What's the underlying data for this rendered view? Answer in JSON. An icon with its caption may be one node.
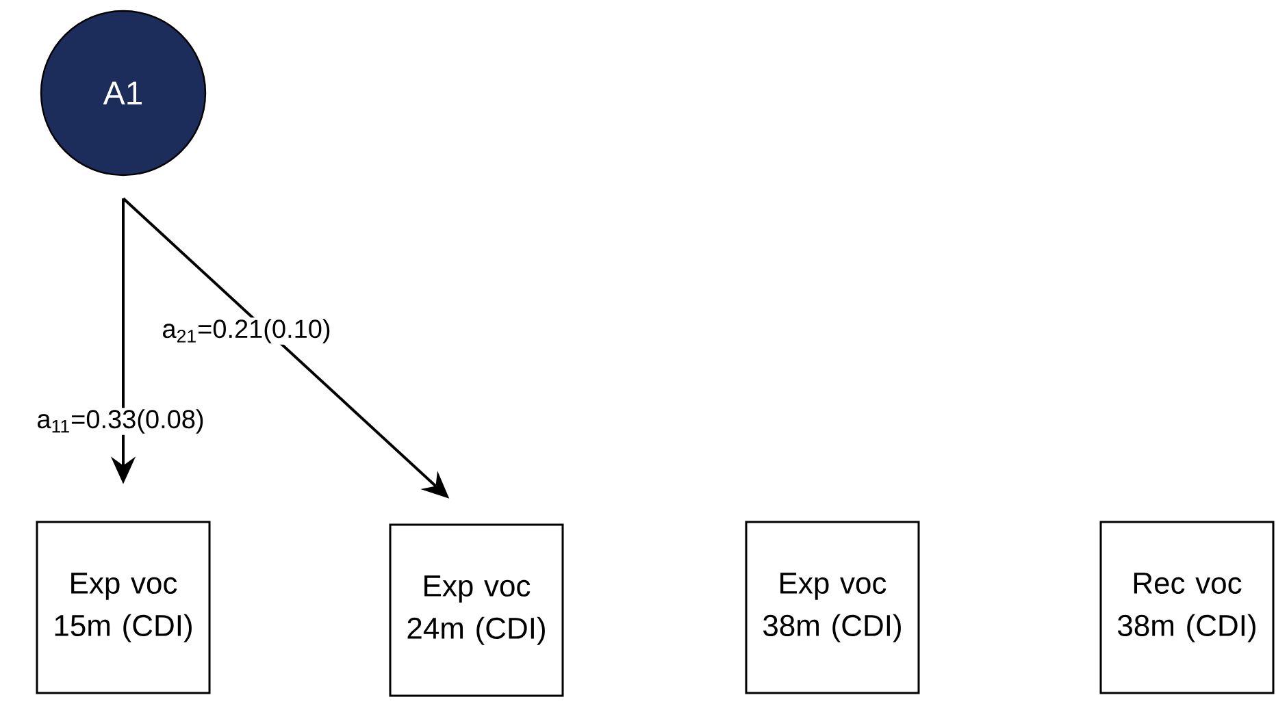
{
  "diagram": {
    "nodes": [
      {
        "text": [
          "A1"
        ]
      },
      {
        "text": [
          "Exp voc 15m (CDI)"
        ]
      },
      {
        "text": [
          "Exp voc 24m (CDI)"
        ]
      },
      {
        "text": [
          "Exp voc 38m (CDI)"
        ]
      },
      {
        "text": [
          "Rec voc 38m (CDI)"
        ]
      }
    ],
    "edges": [
      {
        "from": null,
        "to": 1,
        "arrow": "to",
        "label": "a$_{11}$=0.33(0.08)"
      },
      {
        "from": null,
        "to": 2,
        "arrow": "to",
        "label": "a$_{21}$=0.21(0.10)"
      }
    ]
  }
}
